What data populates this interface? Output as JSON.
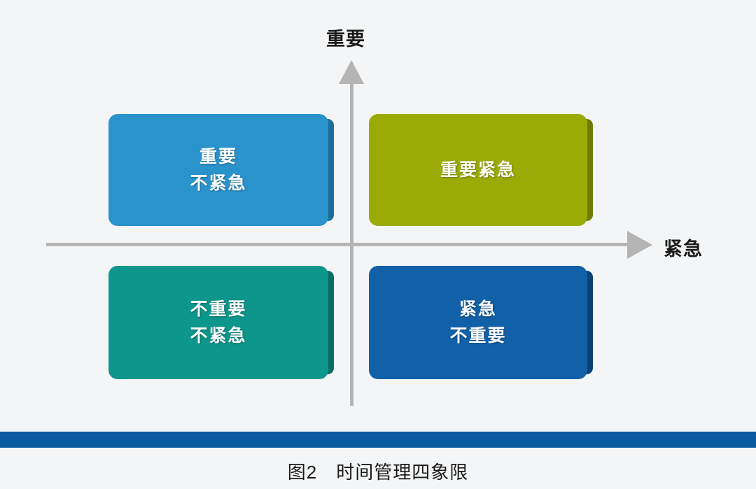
{
  "figure": {
    "caption": "图2　时间管理四象限",
    "background_color": "#f4f5f6",
    "axes": {
      "vertical_label": "重要",
      "horizontal_label": "紧急",
      "axis_color": "#b4b4b4"
    },
    "bottom_rule_color": "#0a5ba0",
    "quadrants": [
      {
        "id": "top-left",
        "lines": [
          "重要",
          "不紧急"
        ],
        "color": "#2b93cc",
        "side_color": "#1b6e9c"
      },
      {
        "id": "top-right",
        "lines": [
          "重要紧急"
        ],
        "color": "#9aab06",
        "side_color": "#6f7c04"
      },
      {
        "id": "bottom-left",
        "lines": [
          "不重要",
          "不紧急"
        ],
        "color": "#0d968b",
        "side_color": "#076d65"
      },
      {
        "id": "bottom-right",
        "lines": [
          "紧急",
          "不重要"
        ],
        "color": "#1260a8",
        "side_color": "#0b4174"
      }
    ]
  }
}
